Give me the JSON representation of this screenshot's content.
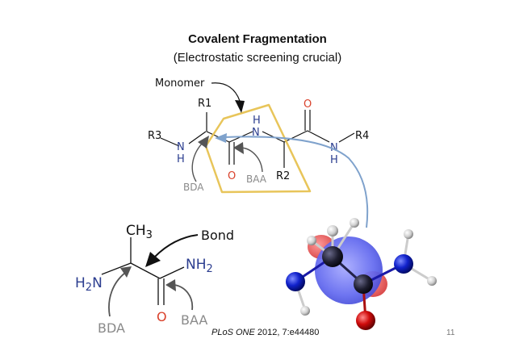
{
  "slide": {
    "title": "Covalent Fragmentation",
    "subtitle": "(Electrostatic screening crucial)",
    "citation_journal": "PLoS ONE",
    "citation_rest": " 2012, 7:e44480",
    "page_number": "11"
  },
  "top_molecule": {
    "monomer_label": "Monomer",
    "r1": "R1",
    "r2": "R2",
    "r3": "R3",
    "r4": "R4",
    "n": "N",
    "h": "H",
    "o": "O",
    "bda": "BDA",
    "baa": "BAA"
  },
  "bottom_molecule": {
    "ch3": "CH",
    "ch3_sub": "3",
    "bond_label": "Bond",
    "nh2": "NH",
    "nh2_sub": "2",
    "h2n_h": "H",
    "h2n_sub": "2",
    "h2n_n": "N",
    "o": "O",
    "bda": "BDA",
    "baa": "BAA"
  },
  "colors": {
    "nitrogen": "#2b3d8f",
    "oxygen": "#d9412b",
    "frame": "#e8c55a",
    "arrow": "#555555",
    "connector": "#7fa2cc"
  }
}
